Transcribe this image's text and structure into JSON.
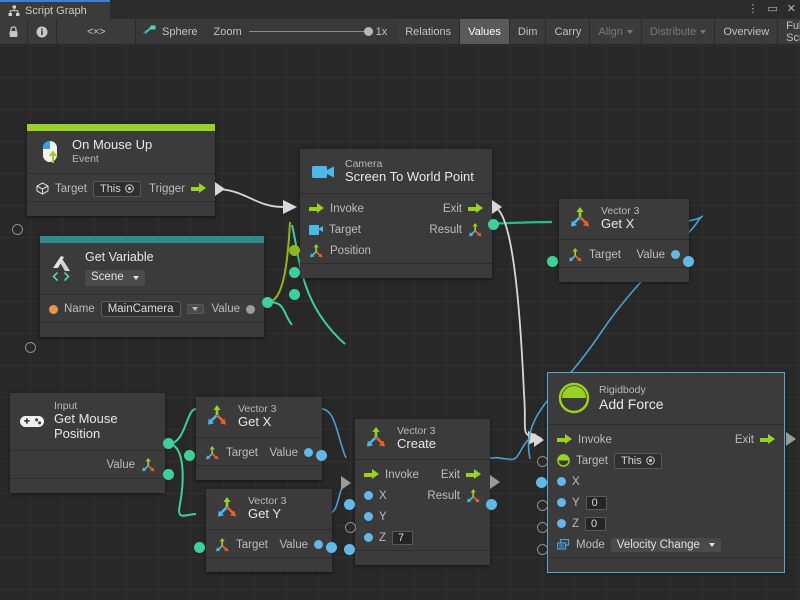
{
  "window": {
    "tab_title": "Script Graph",
    "tab_icon": "script-graph-icon",
    "buttons": [
      "kebab-menu-icon",
      "maximize-icon",
      "close-icon"
    ]
  },
  "toolbar": {
    "lock_icon": "lock-icon",
    "info_icon": "info-icon",
    "code_icon": "angle-brackets-icon",
    "target_icon": "graph-root-icon",
    "target_label": "Sphere",
    "zoom_label": "Zoom",
    "zoom_value": "1x",
    "items": [
      {
        "label": "Relations",
        "state": "normal"
      },
      {
        "label": "Values",
        "state": "active"
      },
      {
        "label": "Dim",
        "state": "normal"
      },
      {
        "label": "Carry",
        "state": "normal"
      },
      {
        "label": "Align",
        "state": "dim",
        "dropdown": true
      },
      {
        "label": "Distribute",
        "state": "dim",
        "dropdown": true
      },
      {
        "label": "Overview",
        "state": "normal"
      },
      {
        "label": "Full Screen",
        "state": "normal"
      }
    ]
  },
  "colors": {
    "canvas_bg": "#282828",
    "node_bg": "#3b3b3b",
    "event_accent": "#9ad125",
    "variable_accent": "#2c8c8c",
    "flow_wire": "#d8d8d8",
    "green_wire": "#3ecf9a",
    "blue_wire": "#63b8e8",
    "olive_wire": "#8fb524",
    "selection": "#58a6d8"
  },
  "nodes": {
    "on_mouse_up": {
      "sub": "On Mouse Up",
      "name": "Event",
      "icon": "mouse-up-icon",
      "target_label": "Target",
      "target_value": "This",
      "trigger_label": "Trigger"
    },
    "get_variable": {
      "sub": "Get Variable",
      "scope": "Scene",
      "icon": "variable-icon",
      "name_label": "Name",
      "name_value": "MainCamera",
      "value_label": "Value"
    },
    "camera_screen_to_world": {
      "sub": "Camera",
      "name": "Screen To World Point",
      "icon": "camera-icon",
      "invoke_label": "Invoke",
      "exit_label": "Exit",
      "target_label": "Target",
      "result_label": "Result",
      "position_label": "Position"
    },
    "vector3_get_x_top": {
      "sub": "Vector 3",
      "name": "Get X",
      "icon": "vector3-icon",
      "target_label": "Target",
      "value_label": "Value"
    },
    "vector3_get_x_mid": {
      "sub": "Vector 3",
      "name": "Get X",
      "icon": "vector3-icon",
      "target_label": "Target",
      "value_label": "Value"
    },
    "vector3_get_y": {
      "sub": "Vector 3",
      "name": "Get Y",
      "icon": "vector3-icon",
      "target_label": "Target",
      "value_label": "Value"
    },
    "input_get_mouse_position": {
      "sub": "Input",
      "name": "Get Mouse Position",
      "icon": "gamepad-icon",
      "value_label": "Value"
    },
    "vector3_create": {
      "sub": "Vector 3",
      "name": "Create",
      "icon": "vector3-icon",
      "invoke_label": "Invoke",
      "exit_label": "Exit",
      "x_label": "X",
      "y_label": "Y",
      "z_label": "Z",
      "z_value": "7",
      "result_label": "Result"
    },
    "rigidbody_add_force": {
      "sub": "Rigidbody",
      "name": "Add Force",
      "icon": "rigidbody-icon",
      "selected": true,
      "invoke_label": "Invoke",
      "exit_label": "Exit",
      "target_label": "Target",
      "target_value": "This",
      "x_label": "X",
      "y_label": "Y",
      "y_value": "0",
      "z_label": "Z",
      "z_value": "0",
      "mode_label": "Mode",
      "mode_value": "Velocity Change"
    }
  }
}
